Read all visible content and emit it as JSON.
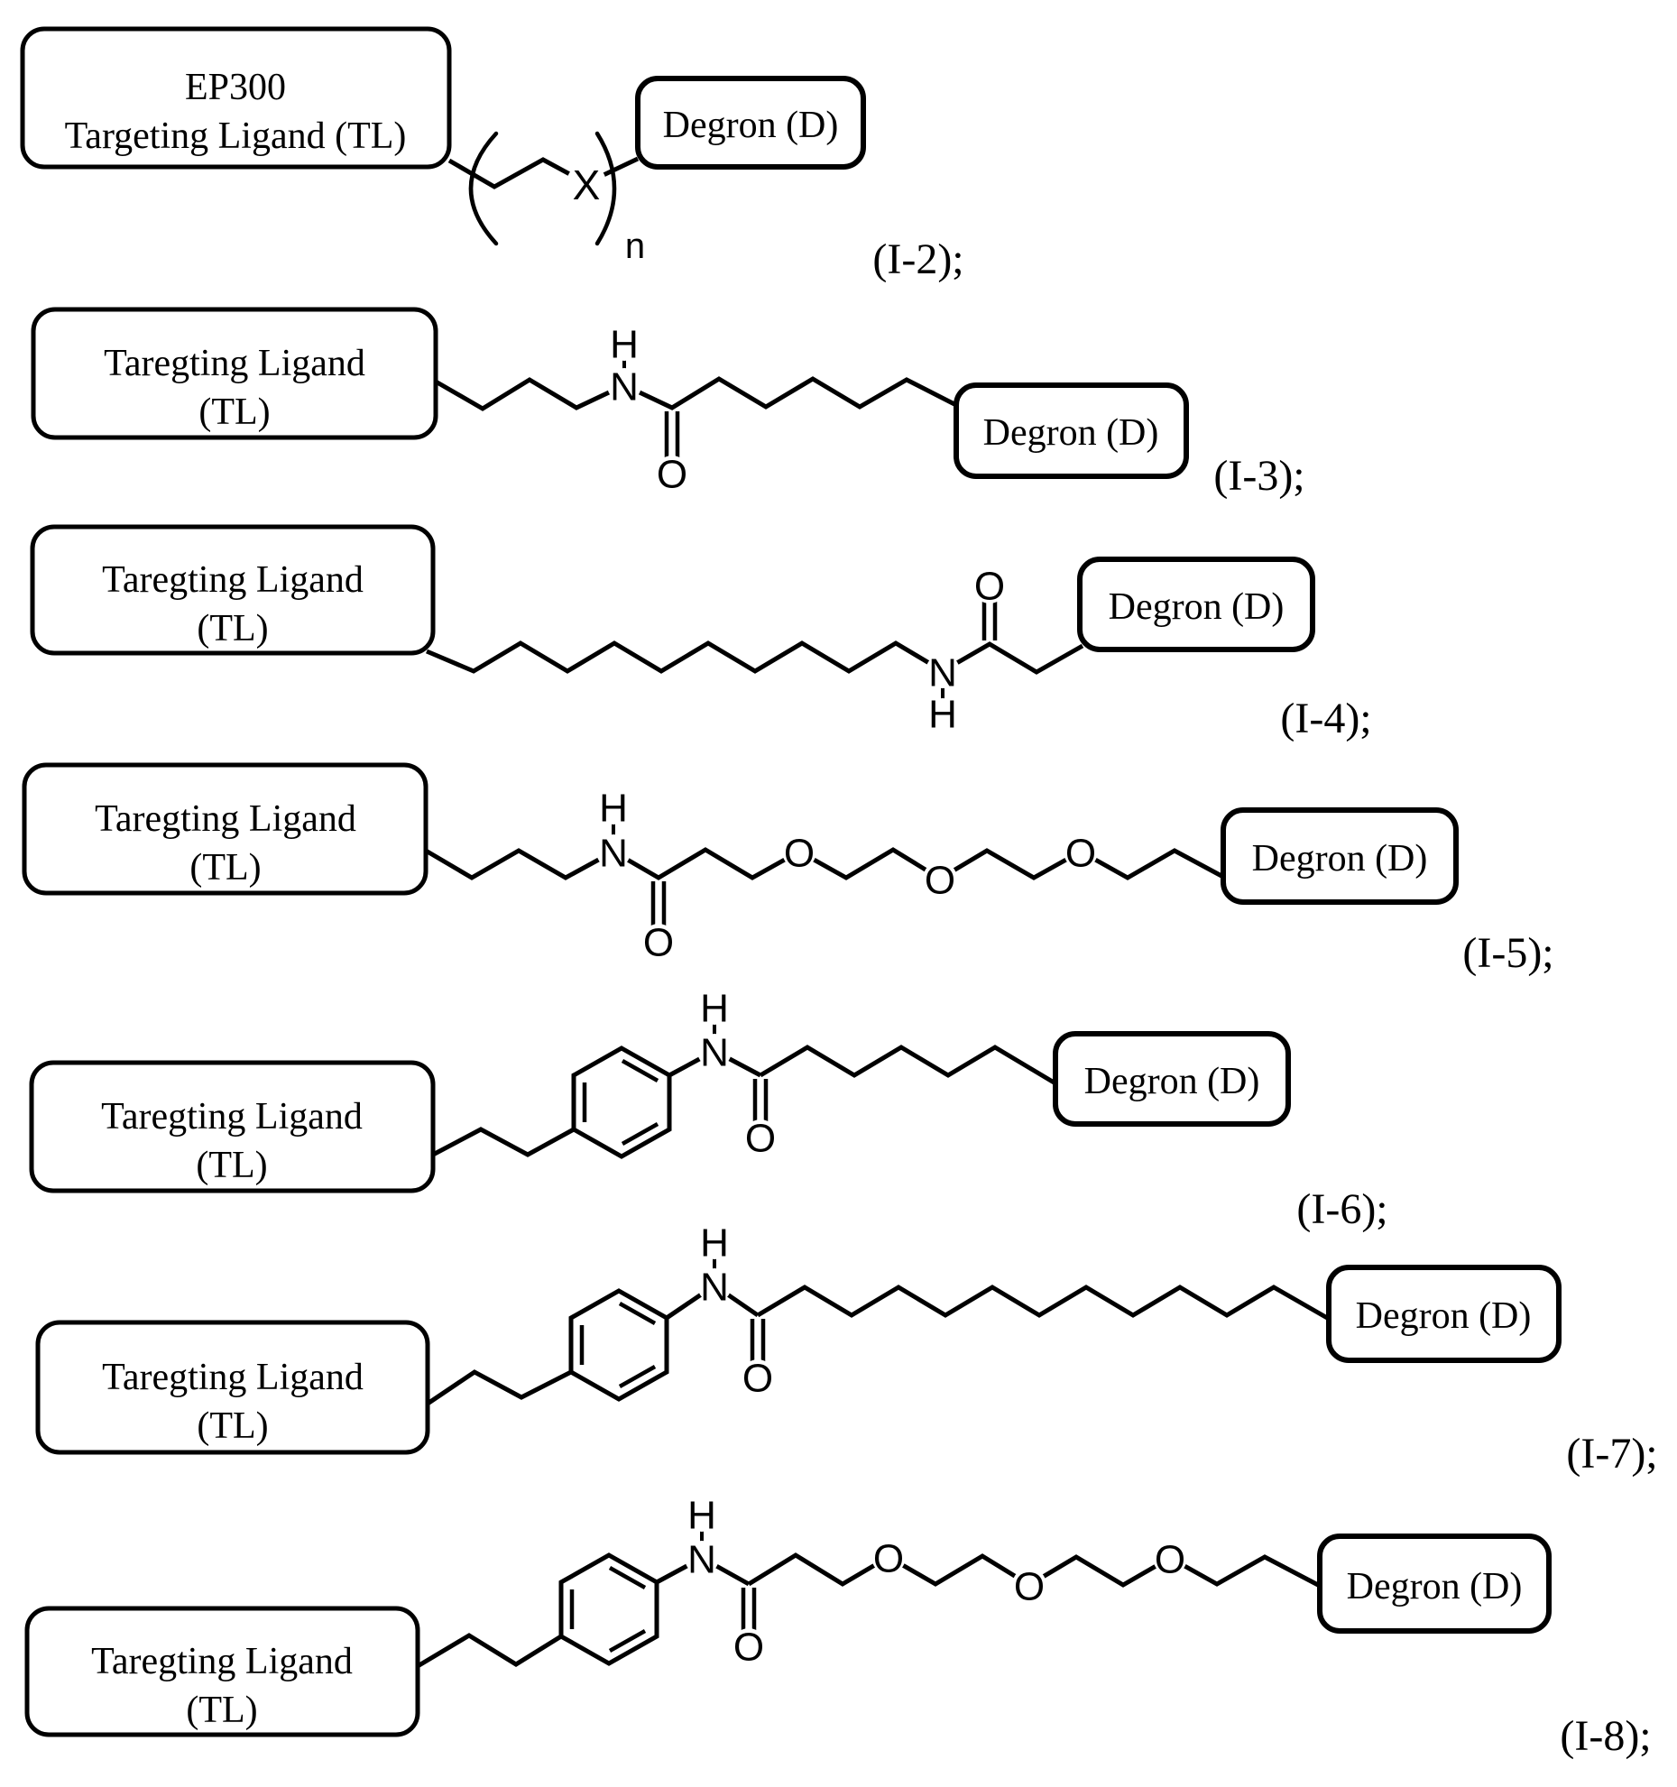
{
  "figure": {
    "description_colors": {
      "ink": "#000000",
      "paper": "#ffffff"
    },
    "structures": [
      {
        "id": "I-2",
        "tl": [
          "EP300",
          "Targeting Ligand (TL)"
        ],
        "degron": "Degron (D)",
        "label": "(I-2);",
        "atoms": {
          "x": "X",
          "n_repeat": "n"
        }
      },
      {
        "id": "I-3",
        "tl": [
          "Taregting Ligand",
          "(TL)"
        ],
        "degron": "Degron (D)",
        "label": "(I-3);",
        "atoms": {
          "h": "H",
          "n": "N",
          "o": "O"
        }
      },
      {
        "id": "I-4",
        "tl": [
          "Taregting Ligand",
          "(TL)"
        ],
        "degron": "Degron (D)",
        "label": "(I-4);",
        "atoms": {
          "h": "H",
          "n": "N",
          "o": "O"
        }
      },
      {
        "id": "I-5",
        "tl": [
          "Taregting Ligand",
          "(TL)"
        ],
        "degron": "Degron (D)",
        "label": "(I-5);",
        "atoms": {
          "h": "H",
          "n": "N",
          "o": "O",
          "o1": "O",
          "o2": "O",
          "o3": "O"
        }
      },
      {
        "id": "I-6",
        "tl": [
          "Taregting Ligand",
          "(TL)"
        ],
        "degron": "Degron (D)",
        "label": "(I-6);",
        "atoms": {
          "h": "H",
          "n": "N",
          "o": "O"
        }
      },
      {
        "id": "I-7",
        "tl": [
          "Taregting Ligand",
          "(TL)"
        ],
        "degron": "Degron (D)",
        "label": "(I-7);",
        "atoms": {
          "h": "H",
          "n": "N",
          "o": "O"
        }
      },
      {
        "id": "I-8",
        "tl": [
          "Taregting Ligand",
          "(TL)"
        ],
        "degron": "Degron (D)",
        "label": "(I-8);",
        "atoms": {
          "h": "H",
          "n": "N",
          "o": "O",
          "o1": "O",
          "o2": "O",
          "o3": "O"
        }
      }
    ]
  }
}
